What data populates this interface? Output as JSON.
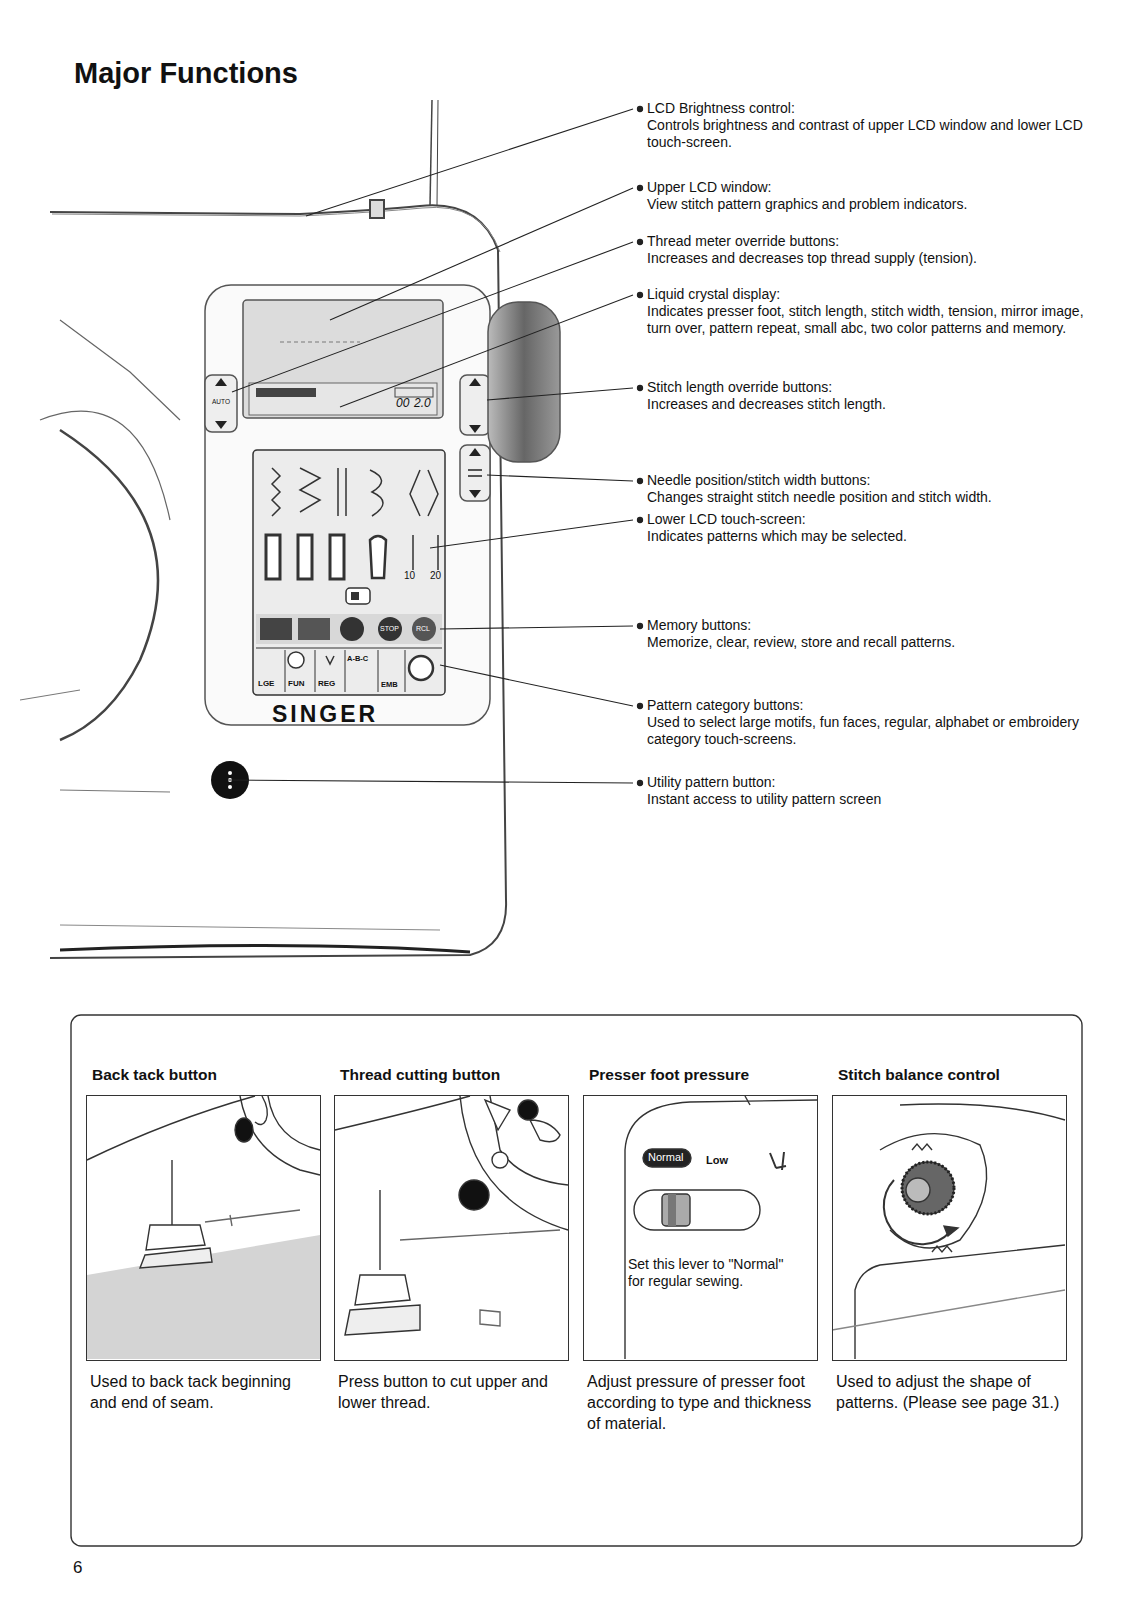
{
  "diagram": {
    "title": "Major Functions",
    "nodes": [
      {
        "text": [
          "Back tack button",
          "Used to back tack beginning and end of seam."
        ]
      },
      {
        "text": [
          "Thread cutting button",
          "Press button to cut upper and lower thread."
        ]
      },
      {
        "text": [
          "Presser foot pressure",
          "Adjust pressure of presser foot according to type and thickness of material."
        ]
      },
      {
        "text": [
          "Stitch balance control",
          "Used to adjust the shape of patterns. (Please see page 31.)"
        ]
      }
    ],
    "labels": [
      "LCD Brightness control:",
      "Controls brightness and contrast of upper LCD window and lower LCD touch-screen.",
      "Upper LCD window:",
      "View stitch pattern graphics and problem indicators.",
      "Thread meter override buttons:",
      "Increases and decreases top thread supply (tension).",
      "Liquid crystal display:",
      "Indicates presser foot, stitch length, stitch width, tension, mirror image, turn over, pattern repeat, small abc, two color patterns and memory.",
      "Stitch length override buttons:",
      "Increases and decreases stitch length.",
      "Needle position/stitch width buttons:",
      "Changes straight stitch needle position and stitch width.",
      "Lower LCD touch-screen:",
      "Indicates patterns which may be selected.",
      "Memory buttons:",
      "Memorize, clear, review, store and recall patterns.",
      "Pattern category buttons:",
      "Used to select large motifs, fun faces, regular, alphabet or embroidery category touch-screens.",
      "Utility pattern button:",
      "Instant access to utility pattern screen",
      "SINGER",
      "AUTO",
      "00",
      "2.0",
      "10",
      "20",
      "STOP",
      "RCL",
      "LGE",
      "FUN",
      "REG",
      "A-B-C",
      "EMB",
      "Normal",
      "Low",
      "Set this lever to \"Normal\" for regular sewing.",
      "6"
    ]
  }
}
